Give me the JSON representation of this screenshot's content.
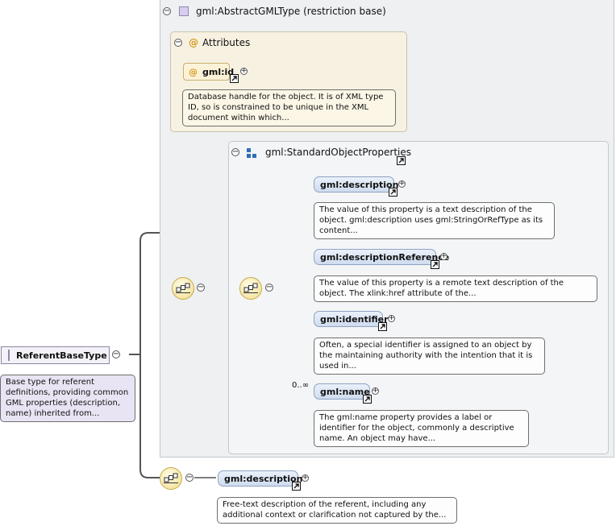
{
  "root": {
    "name": "ReferentBaseType",
    "doc": "Base type for referent definitions, providing common GML properties (description, name) inherited from..."
  },
  "restriction": {
    "label": "gml:AbstractGMLType (restriction base)"
  },
  "attributes": {
    "label": "Attributes",
    "items": [
      {
        "name": "gml:id",
        "doc": "Database handle for the object. It is of XML type ID, so is constrained to be unique in the XML document within which..."
      }
    ]
  },
  "standard_object_properties": {
    "label": "gml:StandardObjectProperties",
    "elements": [
      {
        "name": "gml:description",
        "doc": "The value of this property is a text description of the object. gml:description uses gml:StringOrRefType as its content..."
      },
      {
        "name": "gml:descriptionReference",
        "doc": "The value of this property is a remote text description of the object. The xlink:href attribute of the..."
      },
      {
        "name": "gml:identifier",
        "doc": "Often, a special identifier is assigned to an object by the maintaining authority with the intention that it is used in..."
      },
      {
        "name": "gml:name",
        "occurrence": "0..∞",
        "doc": "The gml:name property provides a label or identifier for the object, commonly a descriptive name. An object may have..."
      }
    ]
  },
  "extension": {
    "elements": [
      {
        "name": "gml:description",
        "doc": "Free-text description of the referent, including any additional context or clarification not captured by the..."
      }
    ]
  },
  "symbols": {
    "collapse": "−",
    "expand": "+",
    "attr_marker": "@"
  },
  "icons": {
    "type": "type-square-icon",
    "sequence": "sequence-compositor-icon",
    "group": "group-blocks-icon",
    "goto": "arrow-link-icon"
  },
  "colors": {
    "element_fill": "#cfdcee",
    "attribute_fill": "#fbf2d8",
    "type_fill": "#d8cdf0",
    "compositor_fill": "#f6e6a6"
  }
}
